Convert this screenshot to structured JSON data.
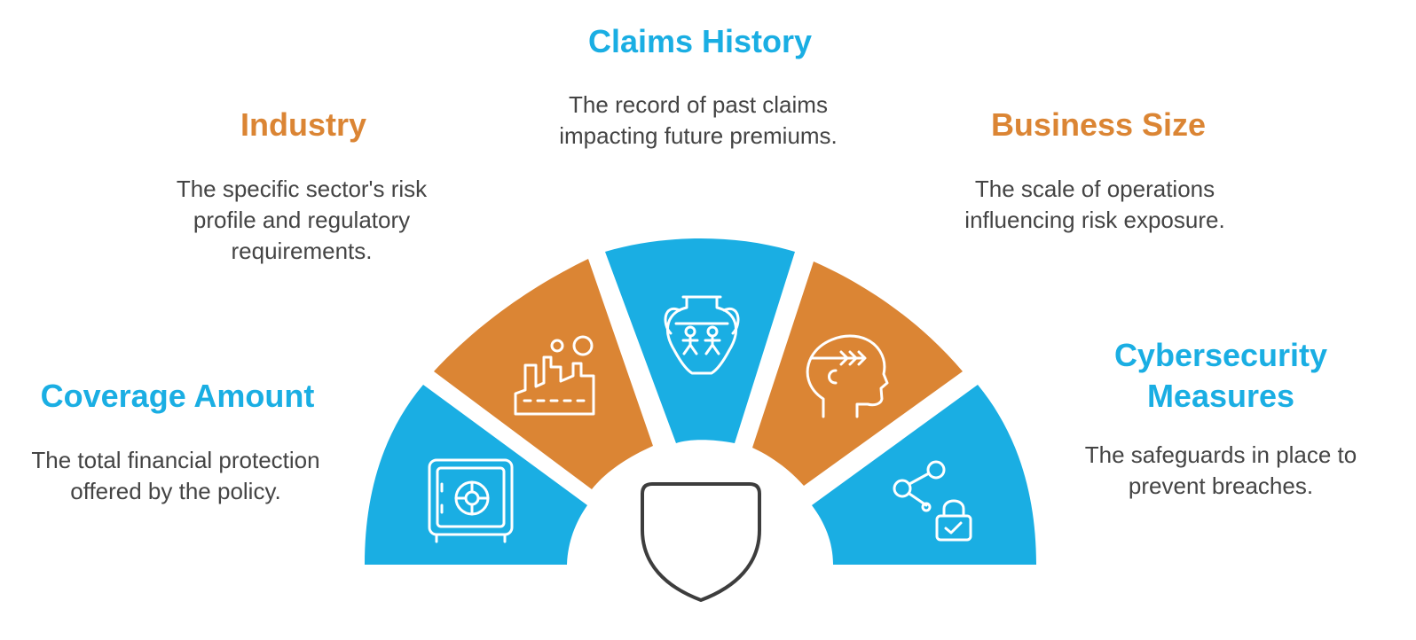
{
  "colors": {
    "blue": "#1AAEE3",
    "orange": "#DB8534",
    "text": "#444444",
    "shield_stroke": "#3d3d3d"
  },
  "factors": [
    {
      "key": "coverage",
      "title": "Coverage Amount",
      "description": "The total financial protection offered by the policy.",
      "color": "blue",
      "icon": "safe-icon"
    },
    {
      "key": "industry",
      "title": "Industry",
      "description": "The specific sector's risk profile and regulatory requirements.",
      "color": "orange",
      "icon": "factory-icon"
    },
    {
      "key": "claims",
      "title": "Claims History",
      "description": "The record of past claims impacting future premiums.",
      "color": "blue",
      "icon": "vase-icon"
    },
    {
      "key": "size",
      "title": "Business Size",
      "description": "The scale of operations influencing risk exposure.",
      "color": "orange",
      "icon": "head-icon"
    },
    {
      "key": "cyber",
      "title": "Cybersecurity Measures",
      "description": "The safeguards in place to prevent breaches.",
      "color": "blue",
      "icon": "share-lock-icon"
    }
  ],
  "center": {
    "icon": "shield-icon"
  }
}
